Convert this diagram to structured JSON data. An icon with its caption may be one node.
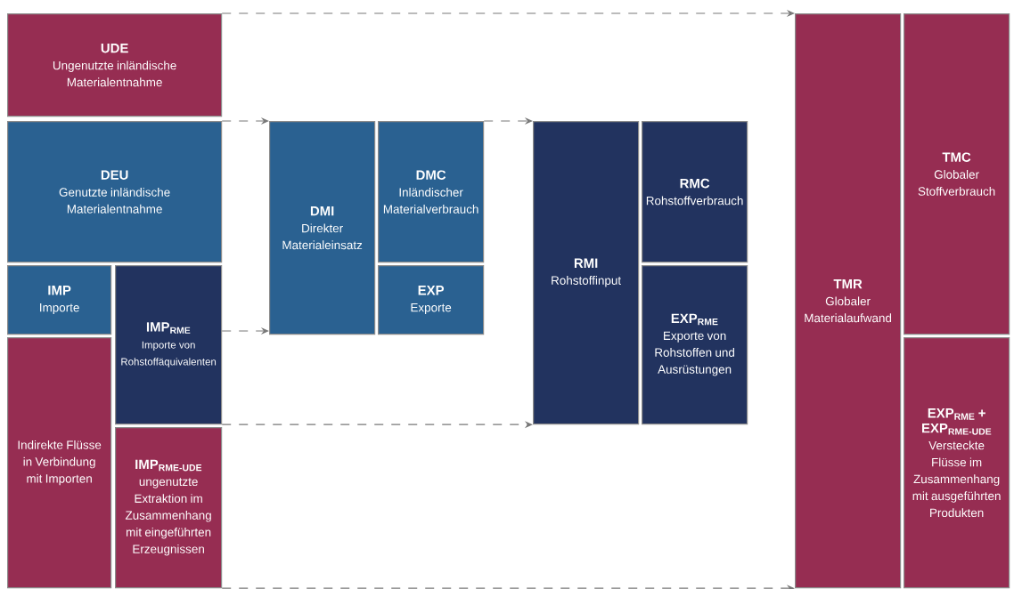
{
  "diagram": {
    "nodes": [
      {
        "text": [
          "UDE",
          "Ungenutzte inländische Materialentnahme"
        ]
      },
      {
        "text": [
          "DEU",
          "Genutzte inländische Materialentnahme"
        ]
      },
      {
        "text": [
          "IMP",
          "Importe"
        ]
      },
      {
        "text": [
          "Indirekte Flüsse in Verbindung mit Importen"
        ]
      },
      {
        "text": [
          "IMP$_{RME}$",
          "Importe von Rohstoffäquivalenten"
        ]
      },
      {
        "text": [
          "IMP$_{RME-UDE}$",
          "ungenutzte Extraktion im Zusammenhang mit eingeführten Erzeugnissen"
        ]
      },
      {
        "text": [
          "DMI",
          "Direkter Materialeinsatz"
        ]
      },
      {
        "text": [
          "DMC",
          "Inländischer Materialverbrauch"
        ]
      },
      {
        "text": [
          "EXP",
          "Exporte"
        ]
      },
      {
        "text": [
          "RMI",
          "Rohstoffinput"
        ]
      },
      {
        "text": [
          "RMC",
          "Rohstoffverbrauch"
        ]
      },
      {
        "text": [
          "EXP$_{RME}$",
          "Exporte von Rohstoffen und Ausrüstungen"
        ]
      },
      {
        "text": [
          "TMR",
          "Globaler Materialaufwand"
        ]
      },
      {
        "text": [
          "TMC",
          "Globaler Stoffverbrauch"
        ]
      },
      {
        "text": [
          "EXP$_{RME}$ + EXP$_{RME-UDE}$",
          "Versteckte Flüsse im Zusammenhang mit ausgeführten Produkten"
        ]
      }
    ],
    "edges": [
      {
        "from": 0,
        "to": 12,
        "arrow": "to",
        "style": "dashed"
      },
      {
        "from": 1,
        "to": 6,
        "arrow": "to",
        "style": "dashed"
      },
      {
        "from": 7,
        "to": 9,
        "arrow": "to",
        "style": "dashed"
      },
      {
        "from": 4,
        "to": 6,
        "arrow": "to",
        "style": "dashed"
      },
      {
        "from": 4,
        "to": 9,
        "arrow": "to",
        "style": "dashed"
      },
      {
        "from": 5,
        "to": 12,
        "arrow": "to",
        "style": "dashed"
      }
    ]
  }
}
